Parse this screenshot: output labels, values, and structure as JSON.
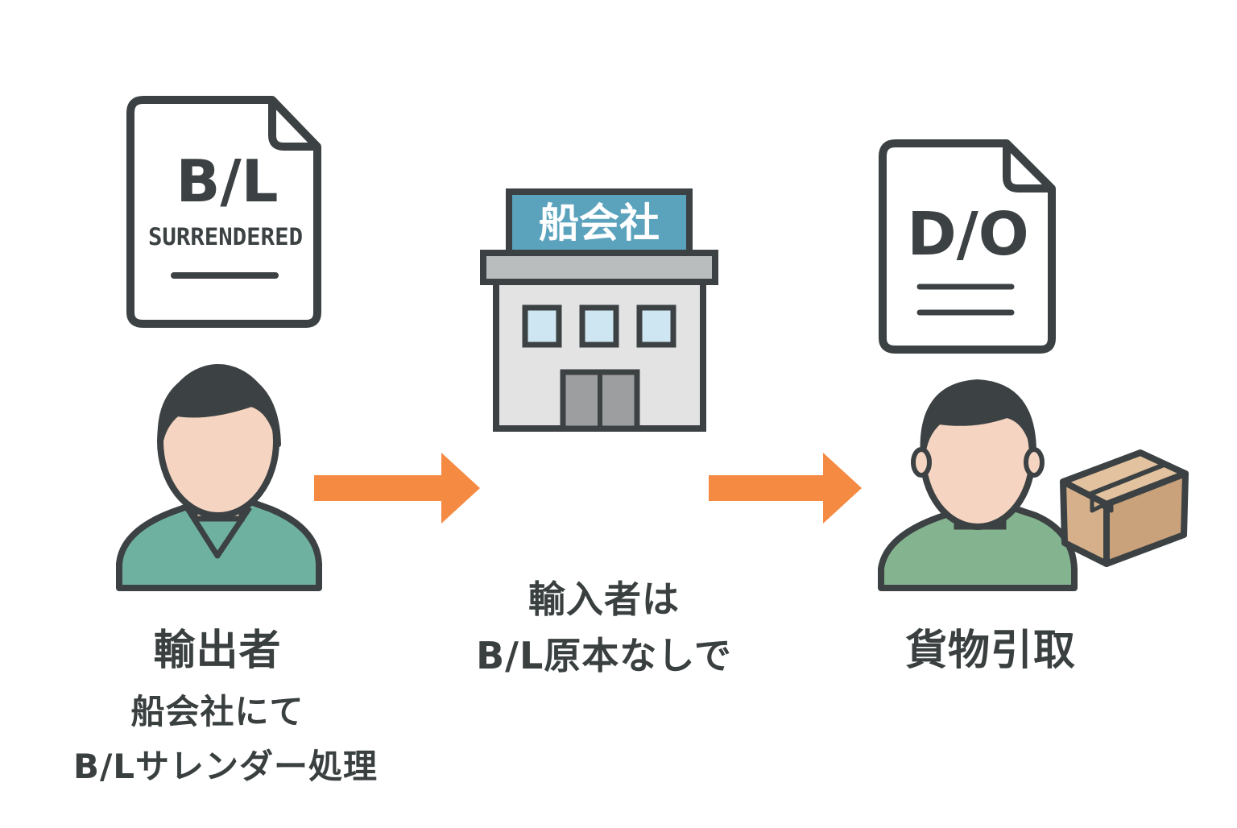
{
  "exporter": {
    "document": {
      "title": "B/L",
      "stamp": "SURRENDERED"
    },
    "title": "輸出者",
    "description_line1": "船会社にて",
    "description_line2": "B/Lサレンダー処理"
  },
  "carrier": {
    "sign": "船会社",
    "description_line1": "輸入者は",
    "description_line2": "B/L原本なしで"
  },
  "importer": {
    "document": {
      "title": "D/O"
    },
    "title": "貨物引取"
  },
  "colors": {
    "outline": "#3c4143",
    "arrow": "#f58a42",
    "sign": "#5ba3bd",
    "building_wall": "#e3e3e3",
    "roof": "#b9bdbd",
    "window": "#cde6f1",
    "door": "#9c9e9f",
    "skin": "#f5d5c1",
    "exporter_shirt": "#6fb1a0",
    "importer_shirt": "#84b38f",
    "box": "#d5b08a",
    "document": "#ffffff"
  }
}
